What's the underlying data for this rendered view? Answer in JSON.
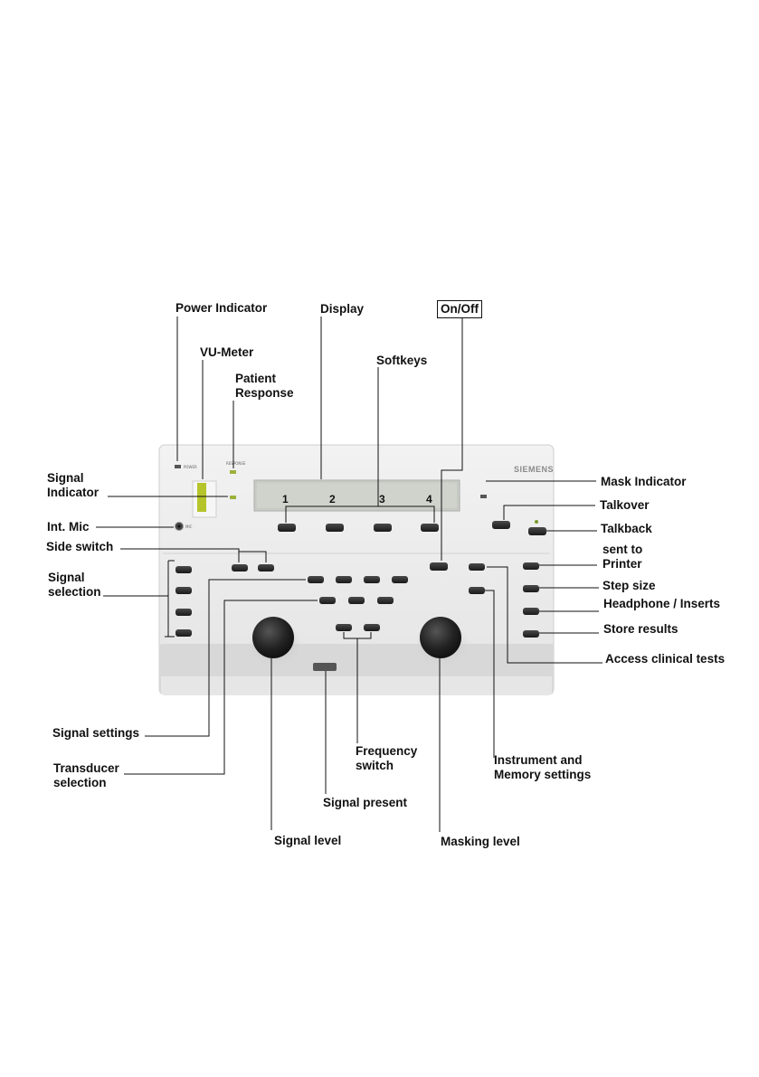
{
  "device": {
    "brand": "SIEMENS",
    "softkey_numbers": [
      "1",
      "2",
      "3",
      "4"
    ]
  },
  "callouts": {
    "power_indicator": "Power Indicator",
    "display": "Display",
    "on_off": "On/Off",
    "vu_meter": "VU-Meter",
    "softkeys": "Softkeys",
    "patient_response": [
      "Patient",
      "Response"
    ],
    "signal_indicator": [
      "Signal",
      "Indicator"
    ],
    "mask_indicator": "Mask Indicator",
    "talkover": "Talkover",
    "int_mic": "Int. Mic",
    "talkback": "Talkback",
    "side_switch": "Side switch",
    "sent_to_printer": [
      "sent to",
      "Printer"
    ],
    "signal_selection": [
      "Signal",
      "selection"
    ],
    "step_size": "Step size",
    "headphone_inserts": "Headphone / Inserts",
    "store_results": "Store results",
    "access_clinical_tests": "Access clinical tests",
    "signal_settings": "Signal settings",
    "frequency_switch": [
      "Frequency",
      "switch"
    ],
    "instrument_memory": [
      "Instrument and",
      "Memory settings"
    ],
    "transducer_selection": [
      "Transducer",
      "selection"
    ],
    "signal_present": "Signal present",
    "signal_level": "Signal level",
    "masking_level": "Masking level"
  },
  "colors": {
    "panel": "#e9e9e9",
    "panel_bottom": "#d6d6d6",
    "lcd": "#cfd3cc",
    "vu_meter": "#b5c42a",
    "button": "#2b2b2b",
    "knob": "#1e1e1e",
    "leader": "#111111"
  }
}
